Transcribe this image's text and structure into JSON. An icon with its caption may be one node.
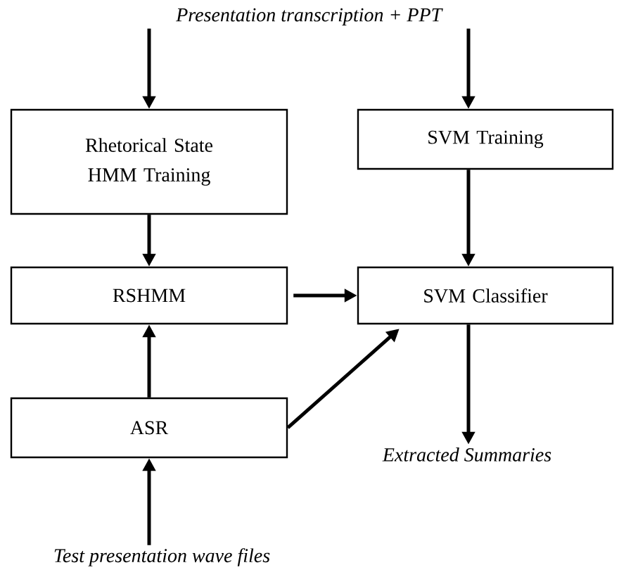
{
  "diagram": {
    "nodes": [
      {
        "text": [
          "*Presentation transcription + PPT*"
        ]
      },
      {
        "text": [
          "Rhetorical State HMM Training"
        ]
      },
      {
        "text": [
          "SVM Training"
        ]
      },
      {
        "text": [
          "RSHMM"
        ]
      },
      {
        "text": [
          "SVM Classifier"
        ]
      },
      {
        "text": [
          "ASR"
        ]
      },
      {
        "text": [
          "*Extracted Summaries*"
        ]
      },
      {
        "text": [
          "*Test presentation wave files*"
        ]
      }
    ],
    "edges": [
      {
        "from": 0,
        "to": 1,
        "arrow": "to"
      },
      {
        "from": 0,
        "to": 2,
        "arrow": "to"
      },
      {
        "from": 1,
        "to": 3,
        "arrow": "to"
      },
      {
        "from": 2,
        "to": 4,
        "arrow": "to"
      },
      {
        "from": 3,
        "to": 4,
        "arrow": "to"
      },
      {
        "from": 5,
        "to": 3,
        "arrow": "to"
      },
      {
        "from": 5,
        "to": 4,
        "arrow": "to"
      },
      {
        "from": 4,
        "to": 6,
        "arrow": "to"
      },
      {
        "from": 7,
        "to": 5,
        "arrow": "to"
      }
    ]
  }
}
